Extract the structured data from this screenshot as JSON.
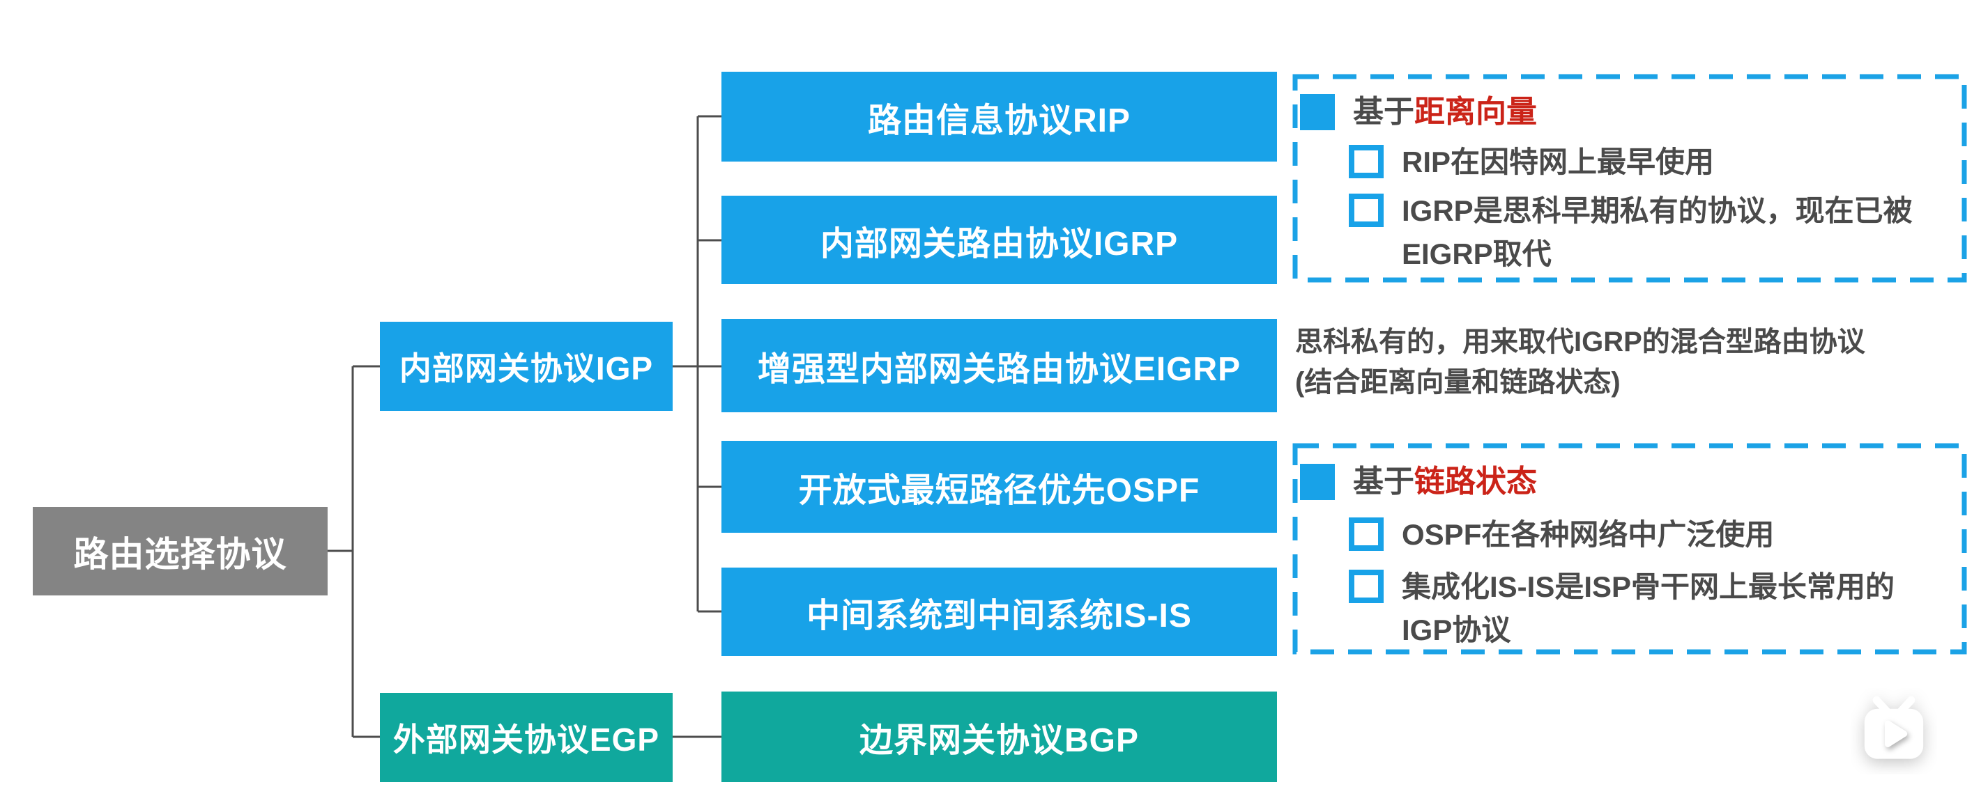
{
  "diagram_title": "路由选择协议",
  "colors": {
    "blue": "#18a2e8",
    "teal": "#10a89d",
    "gray": "#848484",
    "line": "#4d4d4d",
    "dashed_border": "#1ba2e6",
    "text_dark": "#4a4a4a",
    "highlight_red": "#cb2318"
  },
  "root": {
    "label": "路由选择协议"
  },
  "categories": [
    {
      "id": "igp",
      "label": "内部网关协议IGP"
    },
    {
      "id": "egp",
      "label": "外部网关协议EGP"
    }
  ],
  "protocols": [
    {
      "label": "路由信息协议RIP",
      "group": "igp"
    },
    {
      "label": "内部网关路由协议IGRP",
      "group": "igp"
    },
    {
      "label": "增强型内部网关路由协议EIGRP",
      "group": "igp"
    },
    {
      "label": "开放式最短路径优先OSPF",
      "group": "igp"
    },
    {
      "label": "中间系统到中间系统IS-IS",
      "group": "igp"
    },
    {
      "label": "边界网关协议BGP",
      "group": "egp"
    }
  ],
  "notes": {
    "distance_vector": {
      "prefix": "基于",
      "highlight": "距离向量",
      "bullets": [
        "RIP在因特网上最早使用",
        "IGRP是思科早期私有的协议，现在已被\nEIGRP取代"
      ]
    },
    "eigrp_note": "思科私有的，用来取代IGRP的混合型路由协议\n(结合距离向量和链路状态)",
    "link_state": {
      "prefix": "基于",
      "highlight": "链路状态",
      "bullets": [
        "OSPF在各种网络中广泛使用",
        "集成化IS-IS是ISP骨干网上最长常用的\nIGP协议"
      ]
    }
  },
  "watermark": {
    "icon": "tv-play-icon"
  }
}
